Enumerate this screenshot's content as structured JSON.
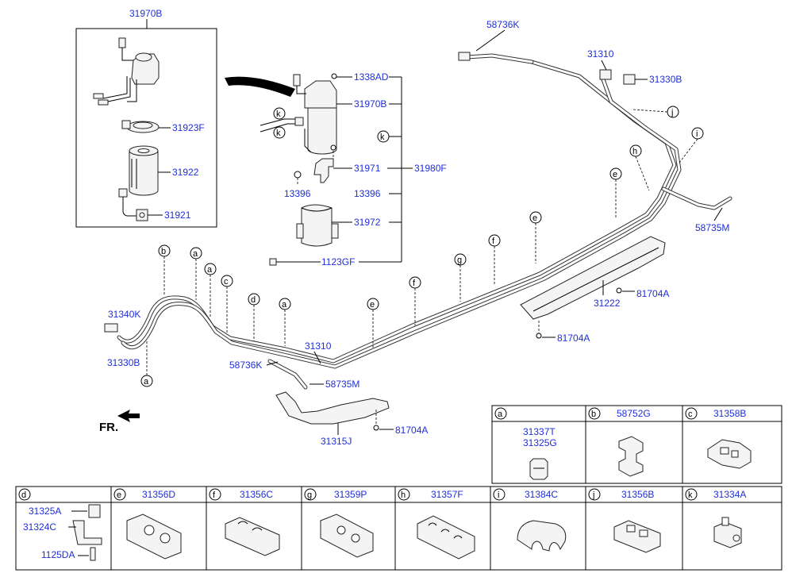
{
  "labels": {
    "l_31970B_top": "31970B",
    "l_31923F": "31923F",
    "l_31922": "31922",
    "l_31921": "31921",
    "l_58736K_top": "58736K",
    "l_31310_top": "31310",
    "l_31330B_top": "31330B",
    "l_1338AD": "1338AD",
    "l_31970B_mid": "31970B",
    "l_31971": "31971",
    "l_31980F": "31980F",
    "l_13396_left": "13396",
    "l_13396_right": "13396",
    "l_31972": "31972",
    "l_1123GF": "1123GF",
    "l_58735M_right": "58735M",
    "l_81704A_1": "81704A",
    "l_31222": "31222",
    "l_81704A_2": "81704A",
    "l_31340K": "31340K",
    "l_31330B_left": "31330B",
    "l_31310_mid": "31310",
    "l_58736K_mid": "58736K",
    "l_58735M_mid": "58735M",
    "l_31315J": "31315J",
    "l_81704A_3": "81704A",
    "fr": "FR."
  },
  "callouts": {
    "c_b": "b",
    "c_a1": "a",
    "c_a2": "a",
    "c_c": "c",
    "c_d": "d",
    "c_a3": "a",
    "c_e1": "e",
    "c_f1": "f",
    "c_g": "g",
    "c_f2": "f",
    "c_e2": "e",
    "c_e3": "e",
    "c_h": "h",
    "c_i": "i",
    "c_j": "j",
    "c_k1": "k",
    "c_k2": "k",
    "c_a_bottom": "a"
  },
  "table": {
    "top_row": [
      {
        "letter": "a",
        "part": "",
        "parts": [
          "31337T",
          "31325G"
        ]
      },
      {
        "letter": "b",
        "part": "58752G"
      },
      {
        "letter": "c",
        "part": "31358B"
      }
    ],
    "bottom_row": [
      {
        "letter": "d",
        "part": "",
        "parts": [
          "31325A",
          "31324C",
          "1125DA"
        ]
      },
      {
        "letter": "e",
        "part": "31356D"
      },
      {
        "letter": "f",
        "part": "31356C"
      },
      {
        "letter": "g",
        "part": "31359P"
      },
      {
        "letter": "h",
        "part": "31357F"
      },
      {
        "letter": "i",
        "part": "31384C"
      },
      {
        "letter": "j",
        "part": "31356B"
      },
      {
        "letter": "k",
        "part": "31334A"
      }
    ]
  }
}
